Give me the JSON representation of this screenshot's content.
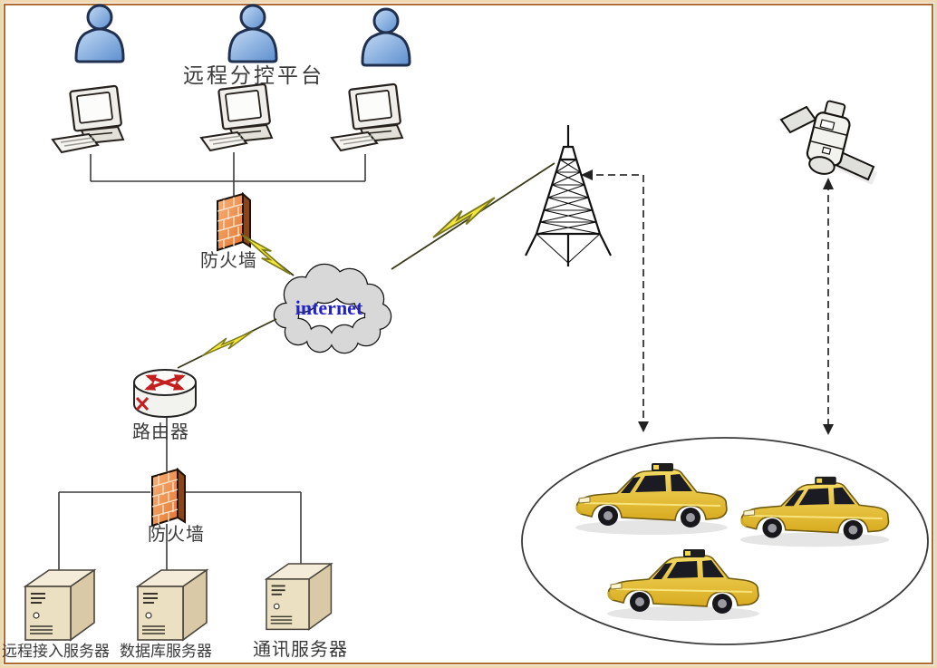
{
  "diagram": {
    "platform_label": "远程分控平台",
    "firewall_top_label": "防火墙",
    "internet_label": "internet",
    "router_label": "路由器",
    "firewall_bottom_label": "防火墙",
    "server_labels": {
      "remote_access": "远程接入服务器",
      "database": "数据库服务器",
      "communication": "通讯服务器"
    },
    "colors": {
      "frame_outer": "#f0d9b2",
      "frame_inner": "#b06b33",
      "internet_text": "#2222cc",
      "lightning": "#f2e73e",
      "firewall_orange": "#ed8b44",
      "person_blue": "#7fa8d9",
      "taxi_yellow": "#e8c335",
      "server_beige": "#ece0c2",
      "line": "#3c3c3c"
    }
  }
}
